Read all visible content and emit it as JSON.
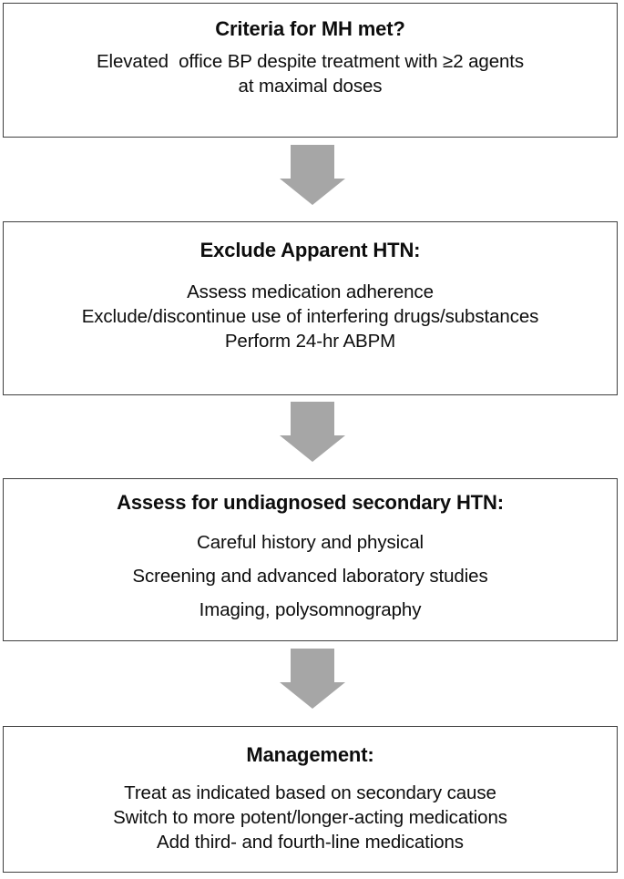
{
  "diagram": {
    "type": "flowchart",
    "orientation": "top-to-bottom",
    "arrow_color": "#A6A6A6",
    "border_color": "#3F3F3F",
    "background_color": "#FFFFFF",
    "text_color": "#0D0D0D",
    "nodes": [
      {
        "id": "criteria",
        "title": "Criteria for MH met?",
        "lines": [
          "Elevated  office BP despite treatment with ≥2 agents",
          "at maximal doses"
        ]
      },
      {
        "id": "exclude",
        "title": "Exclude Apparent HTN:",
        "lines": [
          "Assess medication adherence",
          "Exclude/discontinue use of interfering drugs/substances",
          "Perform 24-hr ABPM"
        ]
      },
      {
        "id": "secondary",
        "title": "Assess for undiagnosed secondary HTN:",
        "lines": [
          "Careful history and physical",
          "Screening and advanced laboratory studies",
          "Imaging, polysomnography"
        ]
      },
      {
        "id": "management",
        "title": "Management:",
        "lines": [
          "Treat as indicated based on secondary cause",
          "Switch to more potent/longer-acting medications",
          "Add third- and fourth-line medications"
        ]
      }
    ],
    "connectors": [
      {
        "id": "arrow-1",
        "icon": "arrow-down-icon",
        "from": "criteria",
        "to": "exclude"
      },
      {
        "id": "arrow-2",
        "icon": "arrow-down-icon",
        "from": "exclude",
        "to": "secondary"
      },
      {
        "id": "arrow-3",
        "icon": "arrow-down-icon",
        "from": "secondary",
        "to": "management"
      }
    ]
  }
}
